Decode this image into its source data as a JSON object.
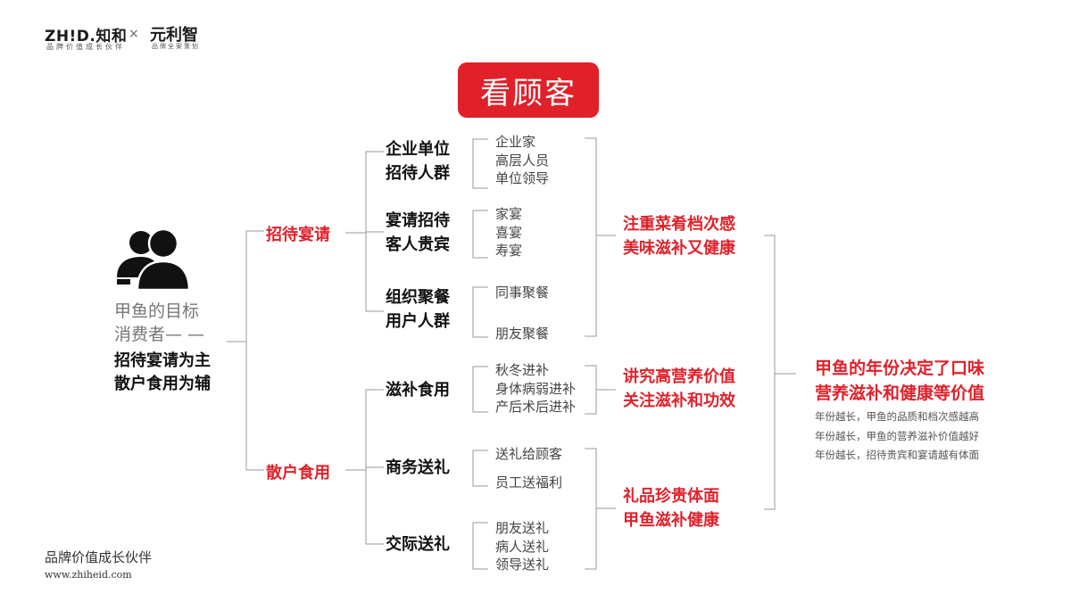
{
  "header": {
    "logo": "ZH!D.知和",
    "logo_tagline": "品牌价值成长伙伴",
    "separator": "×",
    "partner": "元利智",
    "partner_tagline": "品牌全案策划"
  },
  "title": "看顾客",
  "target": {
    "line1": "甲鱼的目标",
    "line2": "消费者— —",
    "bold1": "招待宴请为主",
    "bold2": "散户食用为辅"
  },
  "branches": [
    {
      "label": "招待宴请",
      "groups": [
        {
          "lines": [
            "企业单位",
            "招待人群"
          ],
          "items": [
            "企业家",
            "高层人员",
            "单位领导"
          ]
        },
        {
          "lines": [
            "宴请招待",
            "客人贵宾"
          ],
          "items": [
            "家宴",
            "喜宴",
            "寿宴"
          ]
        },
        {
          "lines": [
            "组织聚餐",
            "用户人群"
          ],
          "items": [
            "同事聚餐",
            "朋友聚餐"
          ]
        }
      ],
      "summaries": [
        {
          "lines": [
            "注重菜肴档次感",
            "美味滋补又健康"
          ]
        }
      ]
    },
    {
      "label": "散户食用",
      "groups": [
        {
          "lines": [
            "滋补食用"
          ],
          "items": [
            "秋冬进补",
            "身体病弱进补",
            "产后术后进补"
          ]
        },
        {
          "lines": [
            "商务送礼"
          ],
          "items": [
            "送礼给顾客",
            "员工送福利"
          ]
        },
        {
          "lines": [
            "交际送礼"
          ],
          "items": [
            "朋友送礼",
            "病人送礼",
            "领导送礼"
          ]
        }
      ],
      "summaries": [
        {
          "lines": [
            "讲究高营养价值",
            "关注滋补和功效"
          ]
        },
        {
          "lines": [
            "礼品珍贵体面",
            "甲鱼滋补健康"
          ]
        }
      ]
    }
  ],
  "conclusion": {
    "lines": [
      "甲鱼的年份决定了口味",
      "营养滋补和健康等价值"
    ],
    "notes": [
      "年份越长，甲鱼的品质和档次感越高",
      "年份越长，甲鱼的营养滋补价值越好",
      "年份越长，招待贵宾和宴请越有体面"
    ]
  },
  "footer": {
    "slogan": "品牌价值成长伙伴",
    "url": "www.zhiheid.com"
  }
}
